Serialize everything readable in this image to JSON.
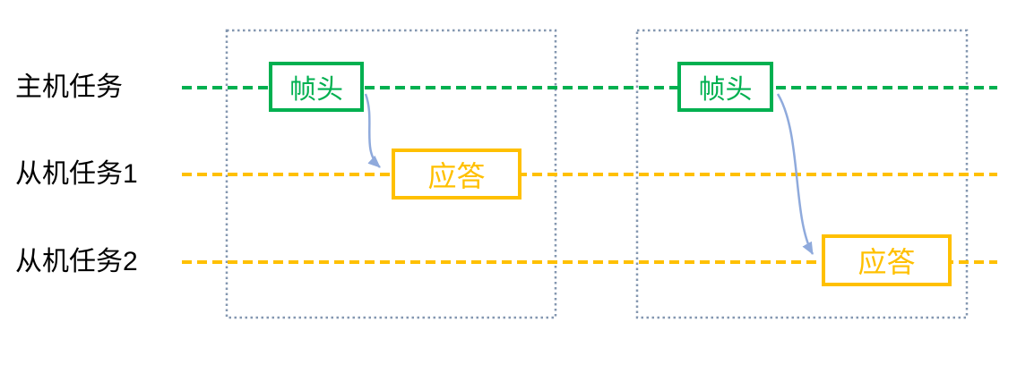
{
  "diagram": {
    "lanes": [
      {
        "label": "主机任务",
        "line_color": "#00B050"
      },
      {
        "label": "从机任务1",
        "line_color": "#FFC000"
      },
      {
        "label": "从机任务2",
        "line_color": "#FFC000"
      }
    ],
    "cycles": [
      {
        "header_label": "帧头",
        "response_label": "应答",
        "response_lane": "从机任务1"
      },
      {
        "header_label": "帧头",
        "response_label": "应答",
        "response_lane": "从机任务2"
      }
    ],
    "colors": {
      "header_green": "#00B050",
      "response_yellow": "#FFC000",
      "arrow_blue": "#8FAADC",
      "frame_border_gray_blue": "#8497B0",
      "label_text": "#000000",
      "background": "#FFFFFF"
    }
  }
}
